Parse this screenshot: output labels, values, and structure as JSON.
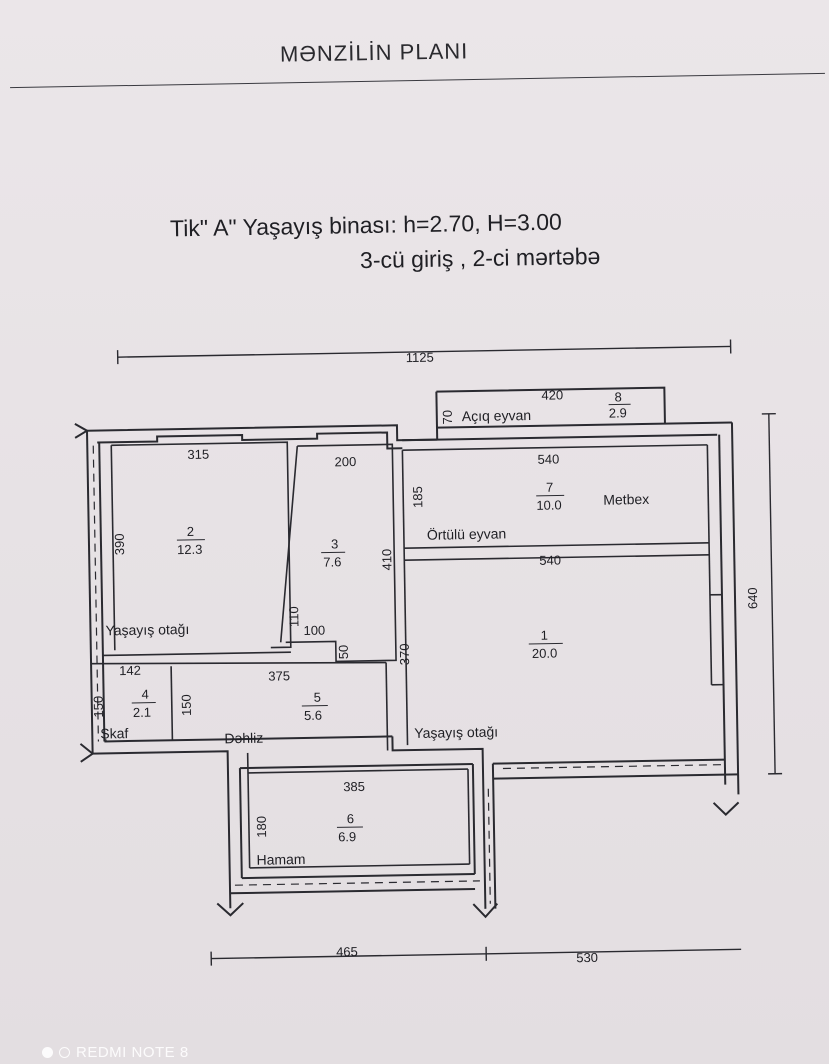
{
  "title": "MƏNZİLİN PLANI",
  "subtitle_line1": "Tik\" A\" Yaşayış binası:  h=2.70, H=3.00",
  "subtitle_line2": "3-cü giriş ,  2-ci mərtəbə",
  "dimensions": {
    "overall_width": "1125",
    "overall_height": "640",
    "bottom_left": "465",
    "bottom_right": "530",
    "balcony_width": "420",
    "balcony_depth": "70",
    "room2_width": "315",
    "room2_depth": "390",
    "room3_width": "200",
    "room3_depth": "410",
    "room7_width": "540",
    "room7_depth": "185",
    "room1_width": "540",
    "room1_depth": "370",
    "niche_a": "110",
    "niche_b": "100",
    "niche_c": "50",
    "hall_width": "375",
    "hall_depth": "150",
    "closet_width": "142",
    "closet_depth": "150",
    "bath_width": "385",
    "bath_depth": "180"
  },
  "rooms": [
    {
      "number": "1",
      "area": "20.0",
      "name": "Yaşayış otağı"
    },
    {
      "number": "2",
      "area": "12.3",
      "name": "Yaşayış otağı"
    },
    {
      "number": "3",
      "area": "7.6",
      "name": ""
    },
    {
      "number": "4",
      "area": "2.1",
      "name": "Şkaf"
    },
    {
      "number": "5",
      "area": "5.6",
      "name": "Dəhliz"
    },
    {
      "number": "6",
      "area": "6.9",
      "name": "Hamam"
    },
    {
      "number": "7",
      "area": "10.0",
      "name": "Metbex"
    },
    {
      "number": "8",
      "area": "2.9",
      "name": "Açıq eyvan"
    }
  ],
  "labels": {
    "covered_balcony": "Örtülü  eyvan"
  },
  "watermark": "REDMI NOTE 8"
}
